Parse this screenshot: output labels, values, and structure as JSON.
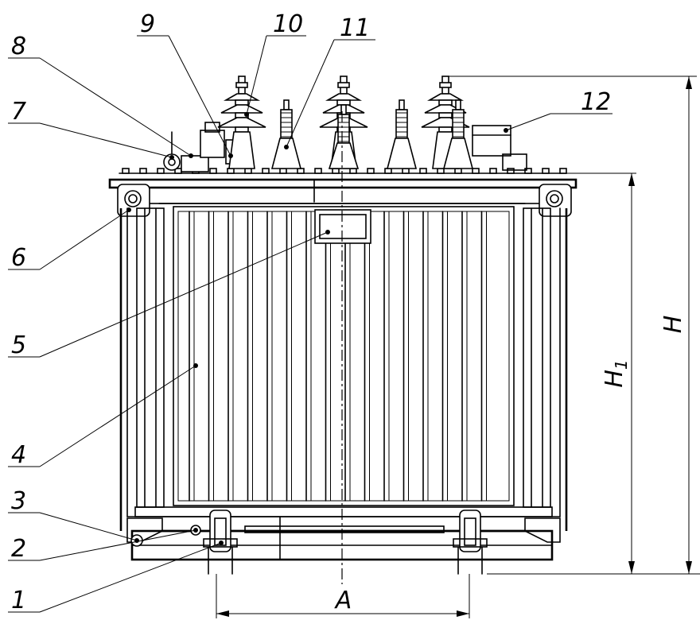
{
  "callouts": [
    {
      "n": "1"
    },
    {
      "n": "2"
    },
    {
      "n": "3"
    },
    {
      "n": "4"
    },
    {
      "n": "5"
    },
    {
      "n": "6"
    },
    {
      "n": "7"
    },
    {
      "n": "8"
    },
    {
      "n": "9"
    },
    {
      "n": "10"
    },
    {
      "n": "11"
    },
    {
      "n": "12"
    }
  ],
  "dimensions": {
    "width": "A",
    "height_total": "H",
    "height_tank": "H",
    "height_tank_sub": "1"
  }
}
